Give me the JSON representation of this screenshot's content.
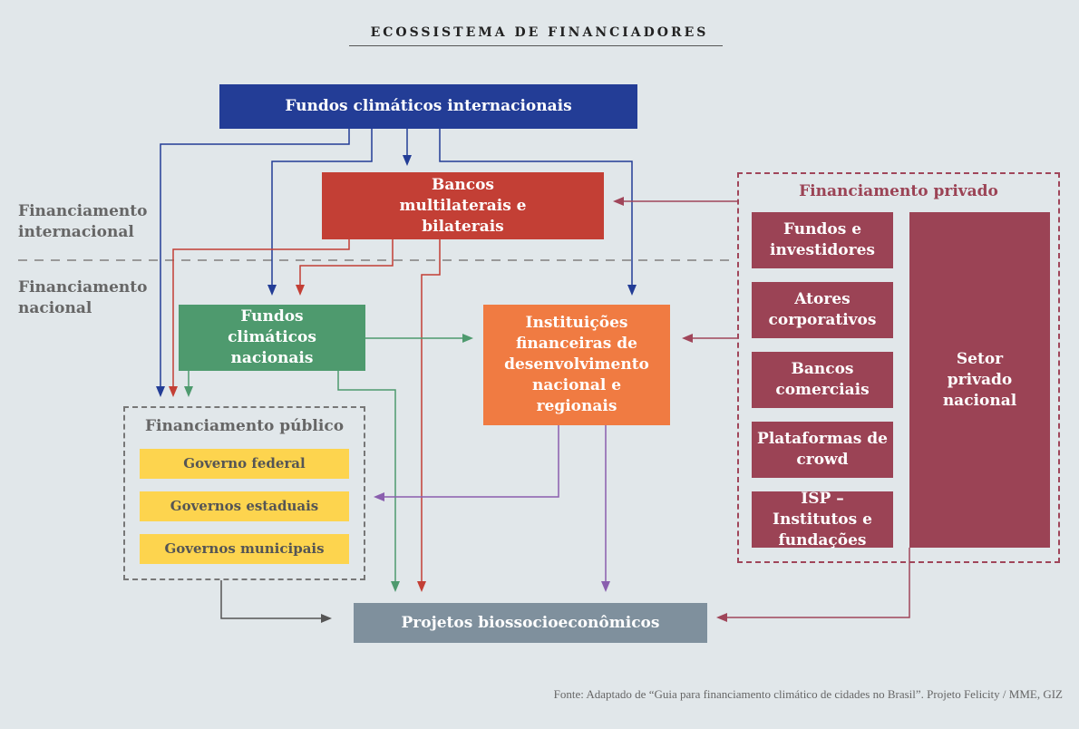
{
  "title": "ECOSSISTEMA DE FINANCIADORES",
  "side_labels": {
    "international": "Financiamento internacional",
    "national": "Financiamento nacional"
  },
  "boxes": {
    "intl_funds": "Fundos climáticos internacionais",
    "multilateral_banks": "Bancos multilaterais e bilaterais",
    "national_funds": "Fundos climáticos nacionais",
    "dev_institutions": "Instituições financeiras de desenvolvimento nacional e regionais",
    "projects": "Projetos biossocioeconômicos"
  },
  "public": {
    "title": "Financiamento público",
    "items": [
      "Governo federal",
      "Governos estaduais",
      "Governos municipais"
    ]
  },
  "private": {
    "title": "Financiamento privado",
    "items": [
      "Fundos e investidores",
      "Atores corporativos",
      "Bancos comerciais",
      "Plataformas de crowd",
      "ISP – Institutos e fundações"
    ],
    "sector": "Setor privado nacional"
  },
  "colors": {
    "blue": "#233d96",
    "red": "#c33f35",
    "green": "#4e9a6e",
    "orange": "#f07b42",
    "purple": "#8a5fae",
    "maroon": "#9b4355",
    "yellow": "#fdd44e",
    "gray": "#7f909d"
  },
  "source": "Fonte: Adaptado de “Guia para financiamento climático de cidades no Brasil”.  Projeto Felicity / MME, GIZ"
}
